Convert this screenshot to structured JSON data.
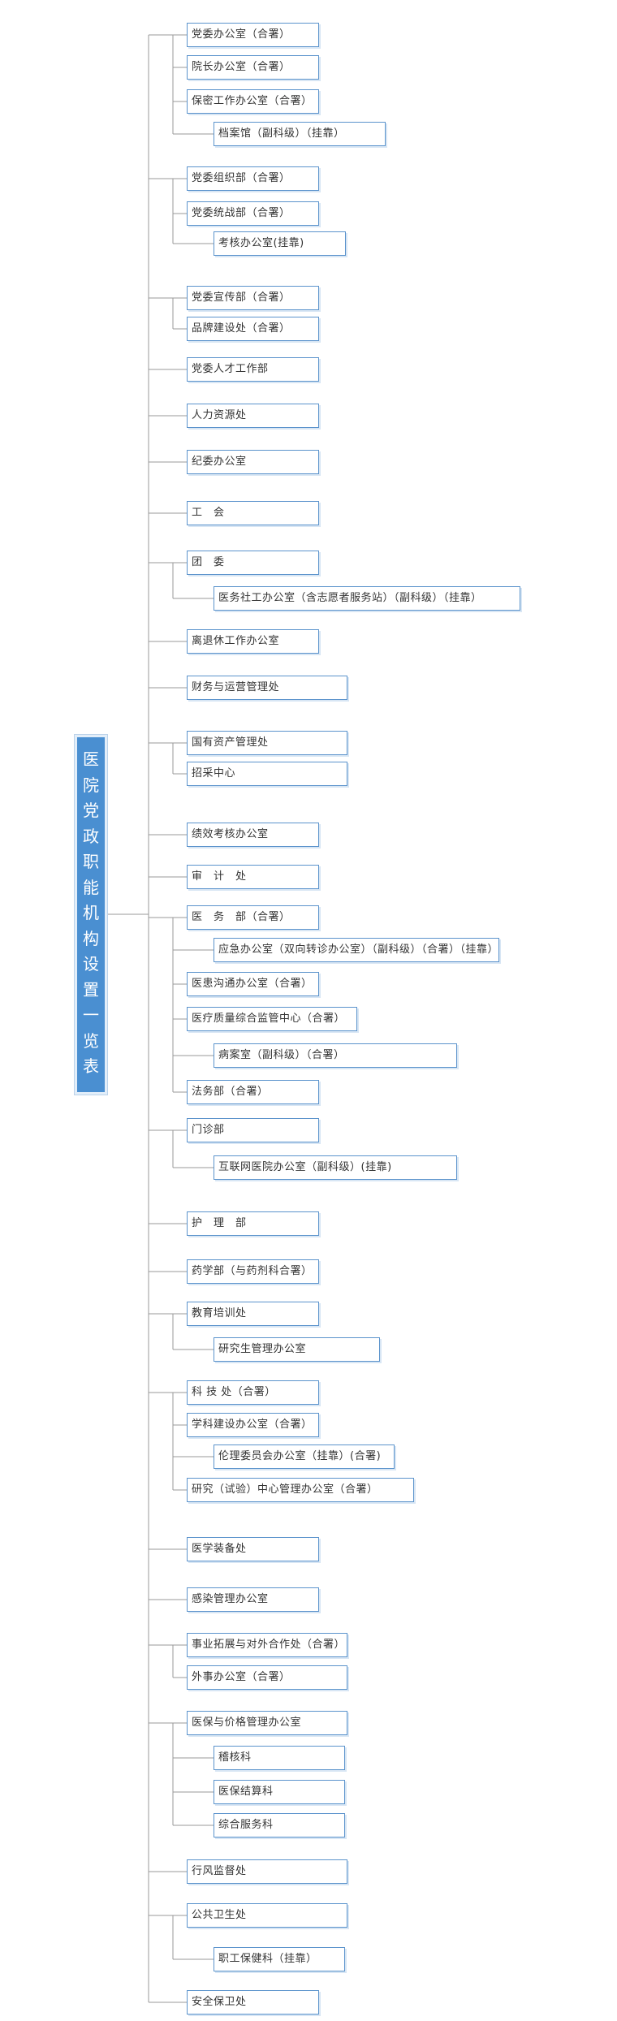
{
  "title": "医院党政职能机构设置一览表",
  "colors": {
    "box_border": "#5b93cc",
    "title_fill": "#4a8fd1",
    "line": "#999999"
  },
  "units": [
    "党委办公室（合署）",
    "院长办公室（合署）",
    "保密工作办公室（合署）",
    "档案馆（副科级）（挂靠）",
    "党委组织部（合署）",
    "党委统战部（合署）",
    "考核办公室(挂靠)",
    "党委宣传部（合署）",
    "品牌建设处（合署）",
    "党委人才工作部",
    "人力资源处",
    "纪委办公室",
    "工　会",
    "团　委",
    "医务社工办公室（含志愿者服务站）（副科级）（挂靠）",
    "离退休工作办公室",
    "财务与运营管理处",
    "国有资产管理处",
    "招采中心",
    "绩效考核办公室",
    "审　计　处",
    "医　务　部（合署）",
    "应急办公室（双向转诊办公室）（副科级）（合署）（挂靠）",
    "医患沟通办公室（合署）",
    "医疗质量综合监管中心（合署）",
    "病案室（副科级）（合署）",
    "法务部（合署）",
    "门诊部",
    "互联网医院办公室（副科级）(挂靠)",
    "护　理　部",
    "药学部（与药剂科合署）",
    "教育培训处",
    "研究生管理办公室",
    "科 技 处（合署）",
    "学科建设办公室（合署）",
    "伦理委员会办公室（挂靠）(合署)",
    "研究（试验）中心管理办公室（合署）",
    "医学装备处",
    "感染管理办公室",
    "事业拓展与对外合作处（合署）",
    "外事办公室（合署）",
    "医保与价格管理办公室",
    "稽核科",
    "医保结算科",
    "综合服务科",
    "行风监督处",
    "公共卫生处",
    "职工保健科（挂靠）",
    "安全保卫处"
  ]
}
